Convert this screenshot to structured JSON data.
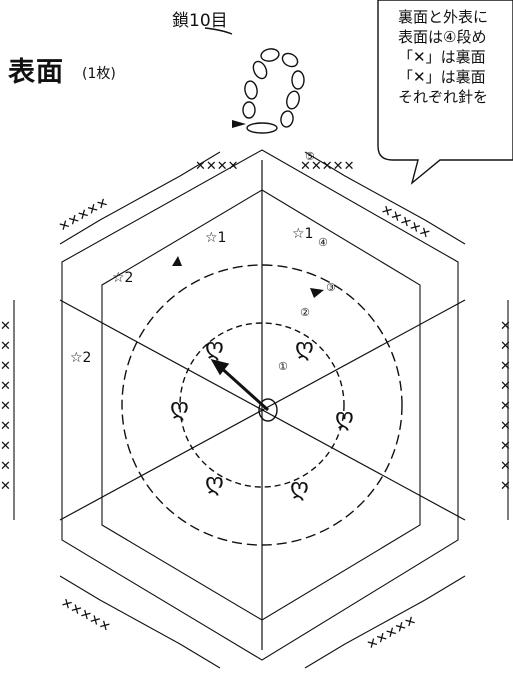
{
  "title": "表面",
  "title_count": "(1枚)",
  "chain_label": "鎖10目",
  "note_lines": [
    "裏面と外表に",
    "表面は④段め",
    "「✕」は裏面",
    "「✕」は裏面",
    "それぞれ針を"
  ],
  "round_numbers": [
    "①",
    "②",
    "③",
    "④",
    "⑤"
  ],
  "star_labels": [
    "☆1",
    "☆1",
    "☆2",
    "☆2"
  ]
}
